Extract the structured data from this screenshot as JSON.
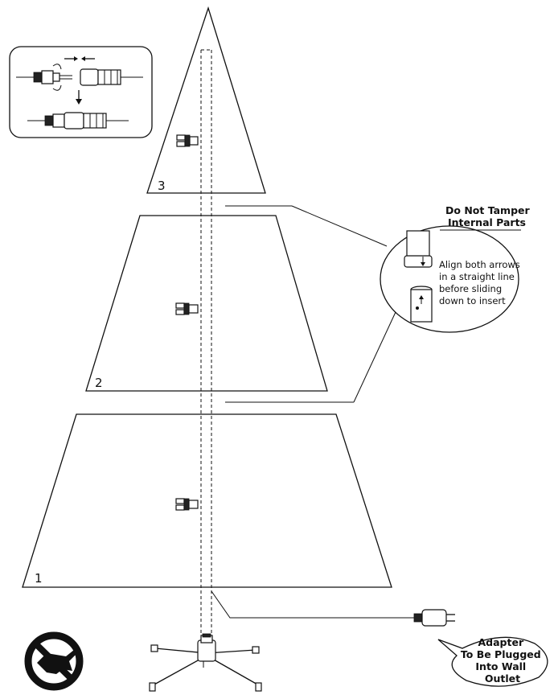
{
  "sections": {
    "top_label": "3",
    "middle_label": "2",
    "bottom_label": "1"
  },
  "callout": {
    "heading_line1": "Do Not Tamper",
    "heading_line2": "Internal Parts",
    "note_lines": [
      "Align both arrows",
      "in a straight line",
      "before sliding",
      "down to insert"
    ]
  },
  "adapter_bubble": {
    "lines": [
      "Adapter",
      "To Be Plugged",
      "Into Wall",
      "Outlet"
    ]
  },
  "icons": {
    "connector_inset": "light-connector-twist-lock-icon",
    "warning": "no-tools-prohibition-icon",
    "adapter": "power-adapter-plug-icon",
    "stand": "tree-stand-icon"
  }
}
